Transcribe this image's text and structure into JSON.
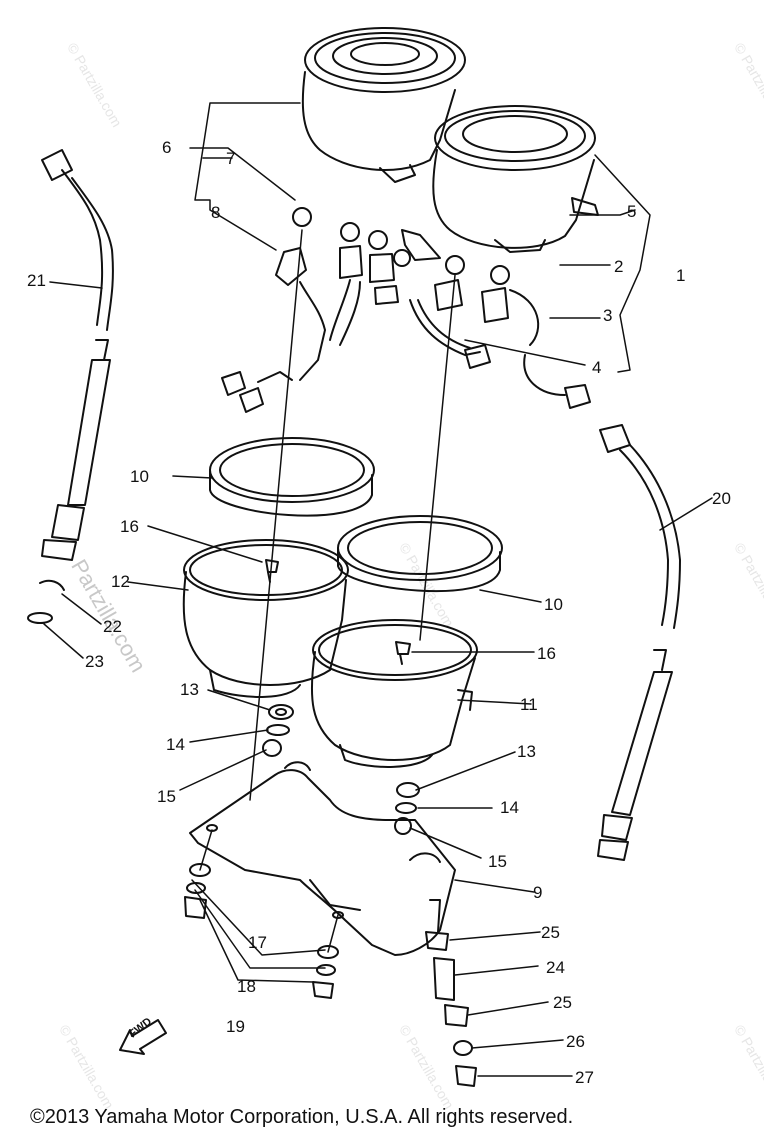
{
  "watermark": "© Partzilla.com",
  "watermark_big": "Partzilla.com",
  "copyright": "©2013  Yamaha Motor Corporation, U.S.A. All rights reserved.",
  "fwd": "FWD",
  "callouts": [
    "1",
    "2",
    "3",
    "4",
    "5",
    "6",
    "7",
    "8",
    "9",
    "10",
    "10",
    "11",
    "12",
    "13",
    "13",
    "14",
    "14",
    "15",
    "15",
    "16",
    "16",
    "17",
    "18",
    "19",
    "20",
    "21",
    "22",
    "23",
    "24",
    "25",
    "25",
    "26",
    "27"
  ]
}
